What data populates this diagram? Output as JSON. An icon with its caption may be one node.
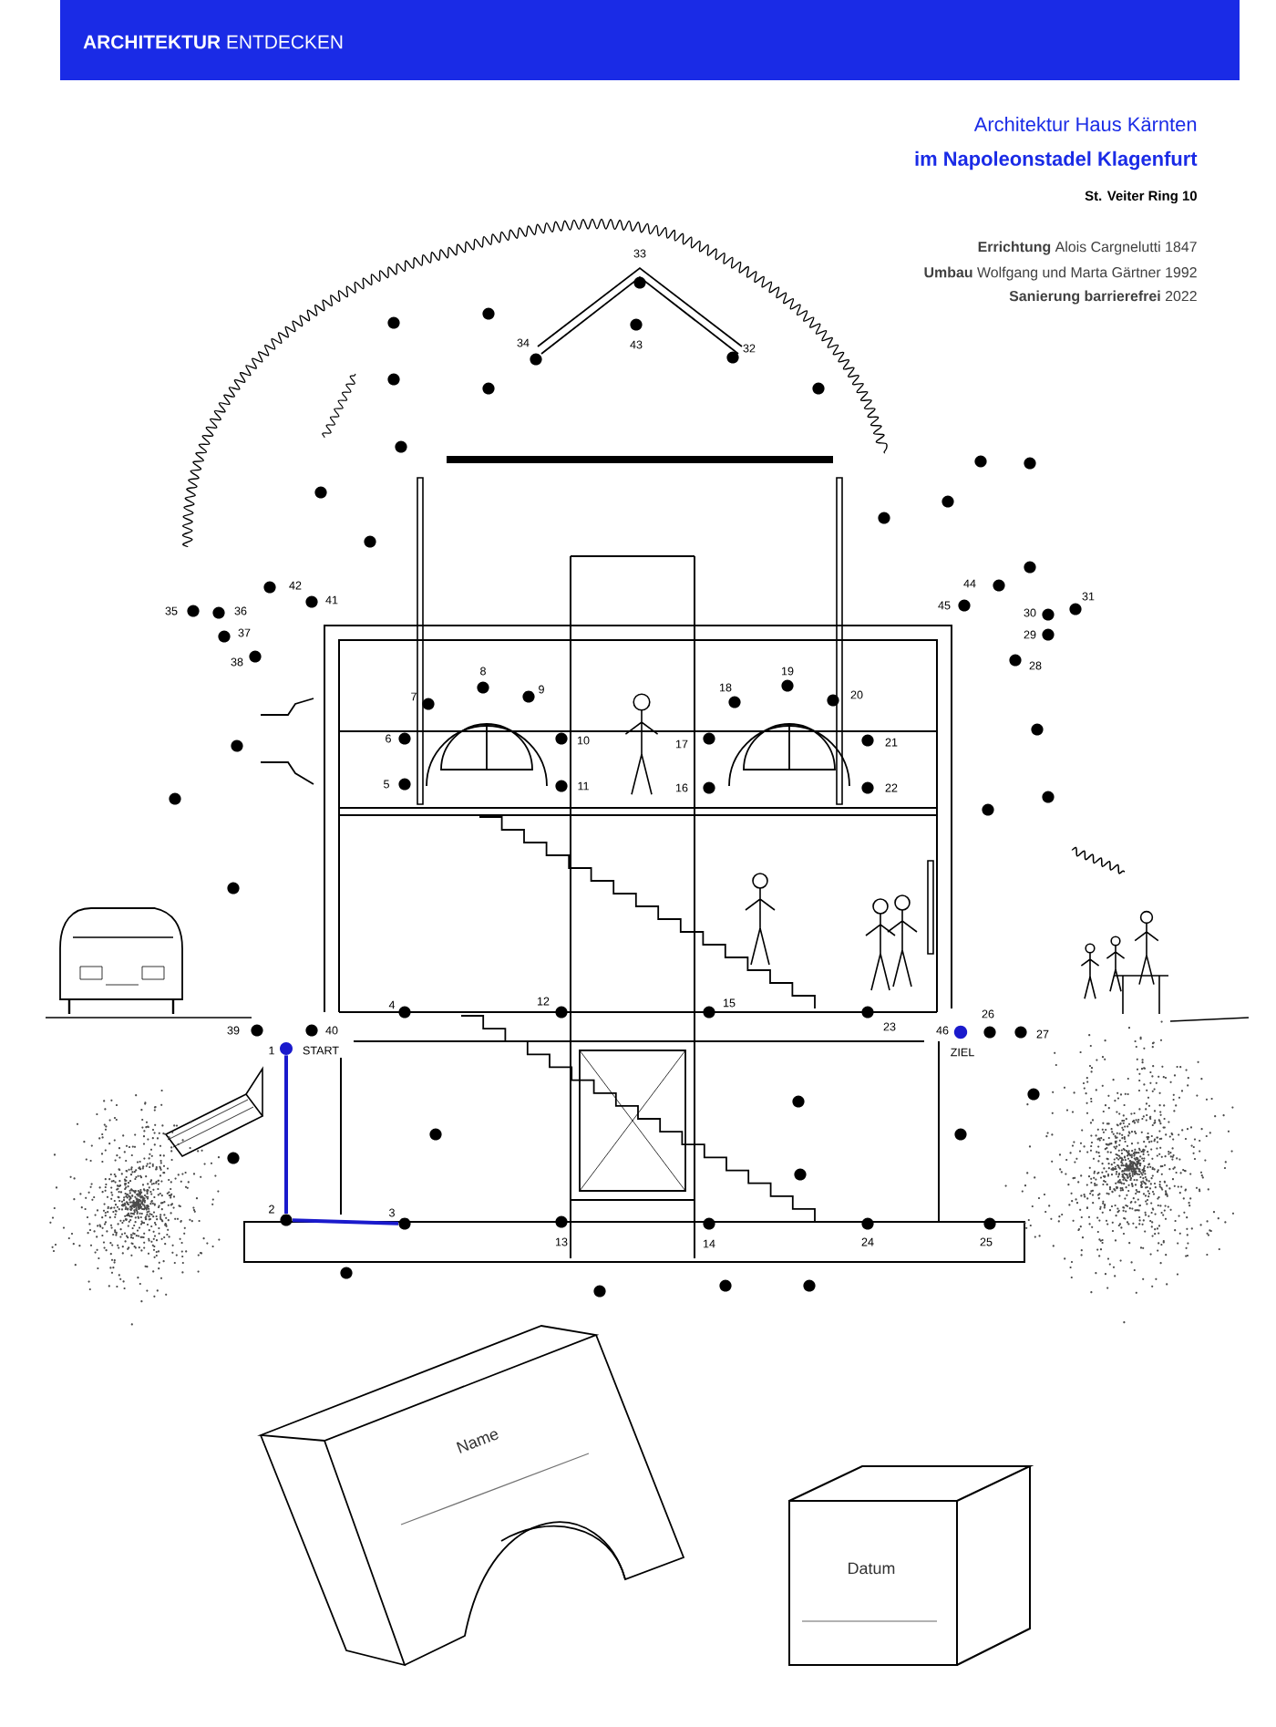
{
  "diagram": {
    "title": "**ARCHITEKTUR** ENTDECKEN",
    "nodes": [
      {
        "text": [],
        "shape": "circle",
        "beside": [
          "1",
          "START"
        ]
      },
      {
        "text": [],
        "shape": "circle",
        "beside": [
          "2"
        ]
      },
      {
        "text": [],
        "shape": "circle",
        "beside": [
          "3"
        ]
      },
      {
        "text": [
          "Name"
        ]
      },
      {
        "text": [
          "Datum"
        ]
      }
    ],
    "edges": [
      {
        "from": 0,
        "to": 1,
        "arrow": "none"
      },
      {
        "from": 1,
        "to": 2,
        "arrow": "none"
      }
    ],
    "labels": [
      "Architektur Haus Kärnten",
      "im Napoleonstadel Klagenfurt",
      "St. Veiter Ring 10",
      "**Errichtung** Alois Cargnelutti 1847",
      "**Umbau** Wolfgang und Marta Gärtner 1992",
      "**Sanierung barrierefrei** 2022",
      "33",
      "34",
      "43",
      "32",
      "35",
      "36",
      "42",
      "41",
      "45",
      "44",
      "30",
      "31",
      "37",
      "29",
      "38",
      "28",
      "7",
      "8",
      "9",
      "18",
      "19",
      "20",
      "6",
      "10",
      "17",
      "21",
      "5",
      "11",
      "16",
      "22",
      "4",
      "12",
      "15",
      "23",
      "26",
      "39",
      "40",
      "46",
      "27",
      "ZIEL",
      "13",
      "14",
      "24",
      "25"
    ]
  }
}
